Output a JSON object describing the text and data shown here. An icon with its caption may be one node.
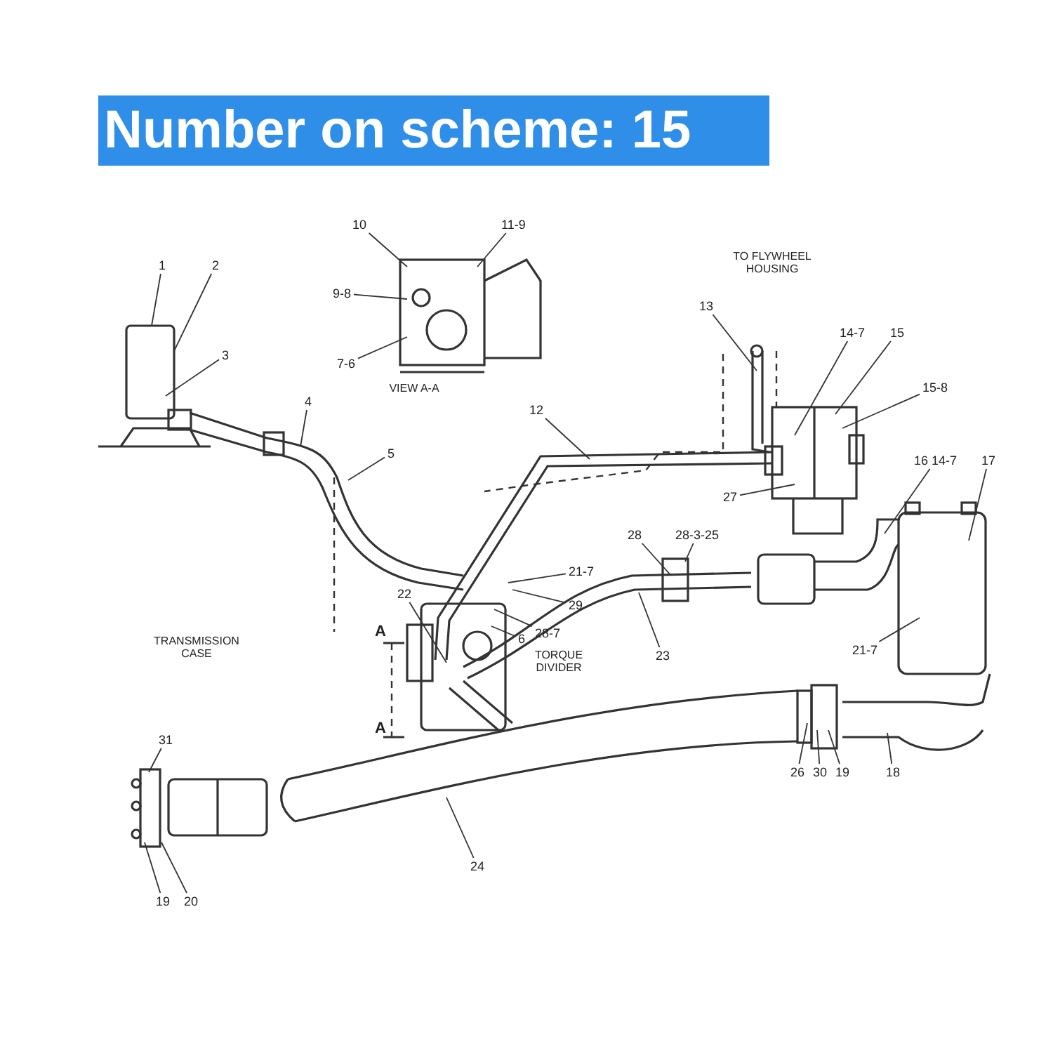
{
  "diagram": {
    "title": "Number on scheme: 15",
    "nodes": [
      {
        "text": [
          "1"
        ]
      },
      {
        "text": [
          "2"
        ]
      },
      {
        "text": [
          "10"
        ]
      },
      {
        "text": [
          "11-9"
        ]
      },
      {
        "text": [
          "9-8"
        ]
      },
      {
        "text": [
          "7-6"
        ]
      },
      {
        "text": [
          "3"
        ]
      },
      {
        "text": [
          "13"
        ]
      },
      {
        "text": [
          "14-7"
        ]
      },
      {
        "text": [
          "15"
        ]
      },
      {
        "text": [
          "15-8"
        ]
      },
      {
        "text": [
          "4"
        ]
      },
      {
        "text": [
          "12"
        ]
      },
      {
        "text": [
          "5"
        ]
      },
      {
        "text": [
          "16 14-7"
        ]
      },
      {
        "text": [
          "17"
        ]
      },
      {
        "text": [
          "27"
        ]
      },
      {
        "text": [
          "28"
        ]
      },
      {
        "text": [
          "28-3-25"
        ]
      },
      {
        "text": [
          "21-7"
        ]
      },
      {
        "text": [
          "29"
        ]
      },
      {
        "text": [
          "28-7"
        ]
      },
      {
        "text": [
          "22"
        ]
      },
      {
        "text": [
          "6"
        ]
      },
      {
        "text": [
          "23"
        ]
      },
      {
        "text": [
          "21-7"
        ]
      },
      {
        "text": [
          "31"
        ]
      },
      {
        "text": [
          "26"
        ]
      },
      {
        "text": [
          "30"
        ]
      },
      {
        "text": [
          "19"
        ]
      },
      {
        "text": [
          "18"
        ]
      },
      {
        "text": [
          "24"
        ]
      },
      {
        "text": [
          "19"
        ]
      },
      {
        "text": [
          "20"
        ]
      }
    ],
    "edges": [
      {
        "from": 0,
        "to": null,
        "arrow": "none"
      },
      {
        "from": 1,
        "to": null,
        "arrow": "none"
      },
      {
        "from": 2,
        "to": null,
        "arrow": "none"
      },
      {
        "from": 3,
        "to": null,
        "arrow": "none"
      },
      {
        "from": 4,
        "to": null,
        "arrow": "none"
      },
      {
        "from": 5,
        "to": null,
        "arrow": "none"
      },
      {
        "from": 6,
        "to": null,
        "arrow": "none"
      },
      {
        "from": 7,
        "to": null,
        "arrow": "none"
      },
      {
        "from": 8,
        "to": null,
        "arrow": "none"
      },
      {
        "from": 9,
        "to": null,
        "arrow": "none"
      },
      {
        "from": 10,
        "to": null,
        "arrow": "none"
      },
      {
        "from": 11,
        "to": null,
        "arrow": "none"
      },
      {
        "from": 12,
        "to": null,
        "arrow": "none"
      },
      {
        "from": 13,
        "to": null,
        "arrow": "none"
      },
      {
        "from": 14,
        "to": null,
        "arrow": "none"
      },
      {
        "from": 15,
        "to": null,
        "arrow": "none"
      },
      {
        "from": 16,
        "to": null,
        "arrow": "none"
      },
      {
        "from": 17,
        "to": null,
        "arrow": "none"
      },
      {
        "from": 18,
        "to": null,
        "arrow": "none"
      },
      {
        "from": 19,
        "to": null,
        "arrow": "none"
      },
      {
        "from": 20,
        "to": null,
        "arrow": "none"
      },
      {
        "from": 21,
        "to": null,
        "arrow": "none"
      },
      {
        "from": 22,
        "to": null,
        "arrow": "none"
      },
      {
        "from": 23,
        "to": null,
        "arrow": "none"
      },
      {
        "from": 24,
        "to": null,
        "arrow": "none"
      },
      {
        "from": 25,
        "to": null,
        "arrow": "none"
      },
      {
        "from": 26,
        "to": null,
        "arrow": "none"
      },
      {
        "from": 27,
        "to": null,
        "arrow": "none"
      },
      {
        "from": 28,
        "to": null,
        "arrow": "none"
      },
      {
        "from": 29,
        "to": null,
        "arrow": "none"
      },
      {
        "from": 30,
        "to": null,
        "arrow": "none"
      },
      {
        "from": 31,
        "to": null,
        "arrow": "none"
      },
      {
        "from": 32,
        "to": null,
        "arrow": "none"
      },
      {
        "from": 33,
        "to": null,
        "arrow": "none"
      }
    ],
    "labels": [
      "VIEW A-A",
      "TO FLYWHEEL HOUSING",
      "TRANSMISSION CASE",
      "A",
      "TORQUE DIVIDER",
      "A"
    ]
  }
}
